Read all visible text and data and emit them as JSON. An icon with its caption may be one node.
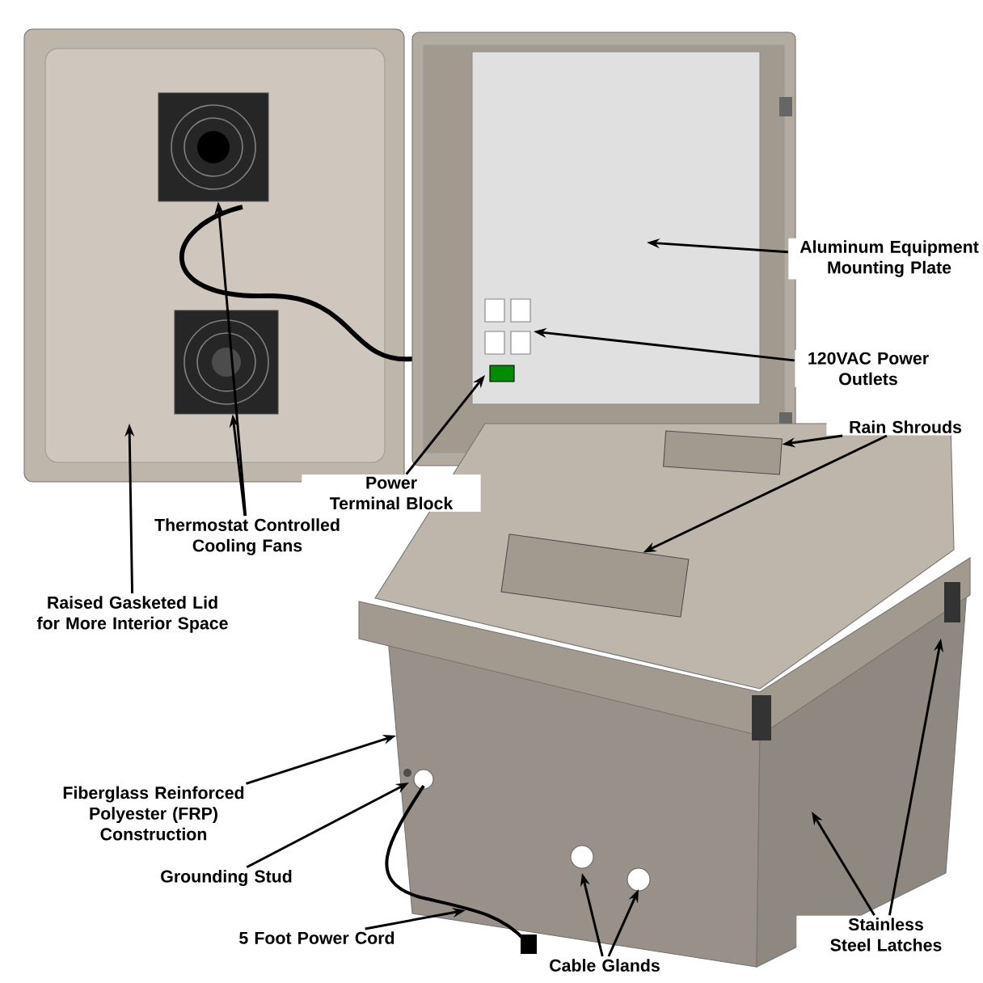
{
  "diagram": {
    "nodes": [
      {
        "text": [
          "Aluminum Equipment Mounting Plate"
        ]
      },
      {
        "text": [
          "120VAC Power Outlets"
        ]
      },
      {
        "text": [
          "Rain Shrouds"
        ]
      },
      {
        "text": [
          "Power Terminal Block"
        ]
      },
      {
        "text": [
          "Thermostat Controlled Cooling Fans"
        ]
      },
      {
        "text": [
          "Raised Gasketed Lid for More Interior Space"
        ]
      },
      {
        "text": [
          "Fiberglass Reinforced Polyester (FRP) Construction"
        ]
      },
      {
        "text": [
          "Grounding Stud"
        ]
      },
      {
        "text": [
          "5 Foot Power Cord"
        ]
      },
      {
        "text": [
          "Cable Glands"
        ]
      },
      {
        "text": [
          "Stainless Steel Latches"
        ]
      },
      {
        "text": [],
        "shape": "box"
      },
      {
        "text": [],
        "shape": "box"
      },
      {
        "text": [],
        "shape": "box"
      },
      {
        "text": [],
        "shape": "box"
      }
    ],
    "edges": [
      {
        "from": 0,
        "to": null,
        "arrow": "to"
      },
      {
        "from": 1,
        "to": null,
        "arrow": "to"
      },
      {
        "from": 2,
        "to": 13,
        "arrow": "to"
      },
      {
        "from": 2,
        "to": 14,
        "arrow": "to"
      },
      {
        "from": 3,
        "to": null,
        "arrow": "to"
      },
      {
        "from": 4,
        "to": 11,
        "arrow": "to"
      },
      {
        "from": 4,
        "to": 12,
        "arrow": "to"
      },
      {
        "from": 5,
        "to": null,
        "arrow": "to"
      },
      {
        "from": 6,
        "to": null,
        "arrow": "to"
      },
      {
        "from": 7,
        "to": null,
        "arrow": "to"
      },
      {
        "from": 8,
        "to": null,
        "arrow": "to"
      },
      {
        "from": 9,
        "to": null,
        "arrow": "to"
      },
      {
        "from": 9,
        "to": null,
        "arrow": "to"
      },
      {
        "from": 10,
        "to": null,
        "arrow": "to"
      },
      {
        "from": 10,
        "to": null,
        "arrow": "to"
      }
    ]
  }
}
